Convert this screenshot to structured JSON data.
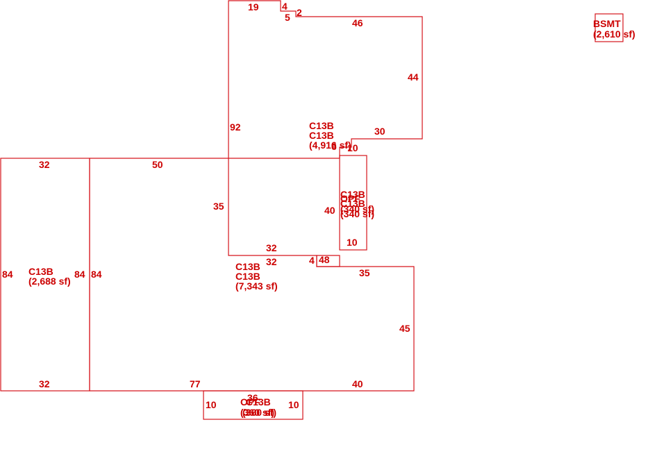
{
  "line_color": "#d6141c",
  "text_color": "#cc0000",
  "areas": [
    {
      "code": "C13B",
      "code2": "C13B",
      "size": "(4,916 sf)"
    },
    {
      "code": "C13B",
      "size": "(2,688 sf)"
    },
    {
      "code": "C13B",
      "code2": "C13B",
      "size": "(7,343 sf)"
    },
    {
      "code": "C13B",
      "overlap": "OPF",
      "code2": "C13B",
      "size": "(340 sf)",
      "size2": "(340 sf)"
    },
    {
      "code": "OPF",
      "code2": "C13B",
      "size": "(360 sf)",
      "size2": "(360 sf)"
    },
    {
      "code": "BSMT",
      "size": "(2,610 sf)"
    }
  ],
  "dimensions": {
    "top_19": "19",
    "top_4": "4",
    "top_5": "5",
    "top_2": "2",
    "top_46": "46",
    "right_44": "44",
    "left_92": "92",
    "ledge_30": "30",
    "ledge_6": "6",
    "small_10_top": "10",
    "left_35": "35",
    "small_40": "40",
    "small_10_bottom": "10",
    "mid_32_a": "32",
    "mid_32_b": "32",
    "notch_4": "4",
    "notch_48": "48",
    "top_50": "50",
    "wing_32_top": "32",
    "wing_84_left": "84",
    "wing_84_right": "84",
    "main_84_left": "84",
    "right_35": "35",
    "right_45": "45",
    "bottom_77": "77",
    "bottom_40": "40",
    "wing_32_bottom": "32",
    "porch_10_left": "10",
    "porch_36": "36",
    "porch_10_right": "10"
  }
}
